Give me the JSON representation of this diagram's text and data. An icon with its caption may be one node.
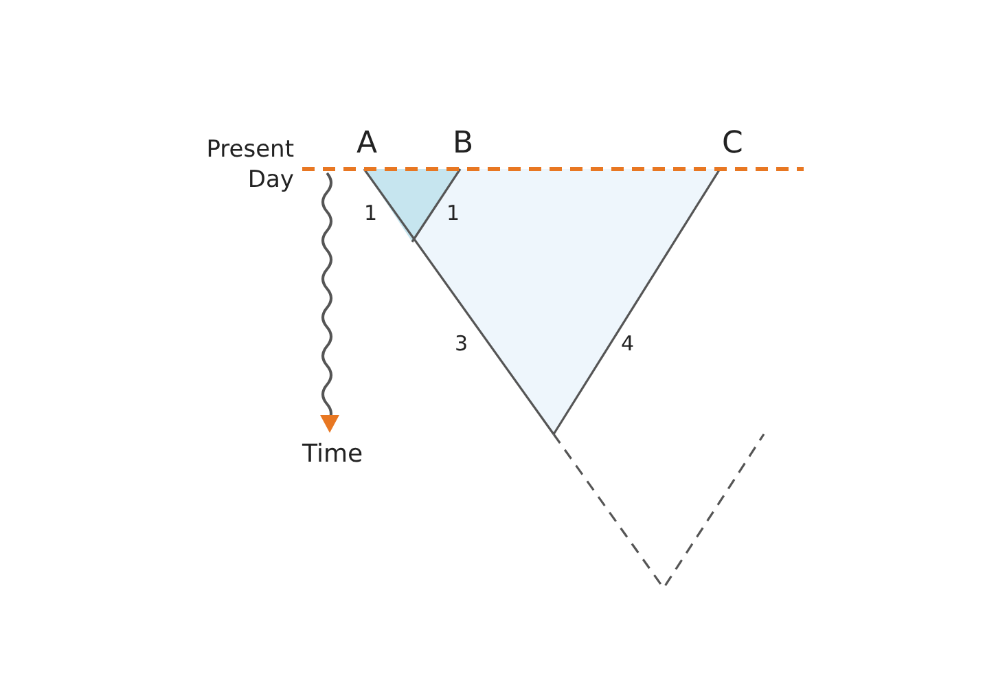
{
  "diagram": {
    "labels": [
      "Present Day",
      "A",
      "B",
      "C",
      "1",
      "1",
      "3",
      "4",
      "Time"
    ]
  }
}
